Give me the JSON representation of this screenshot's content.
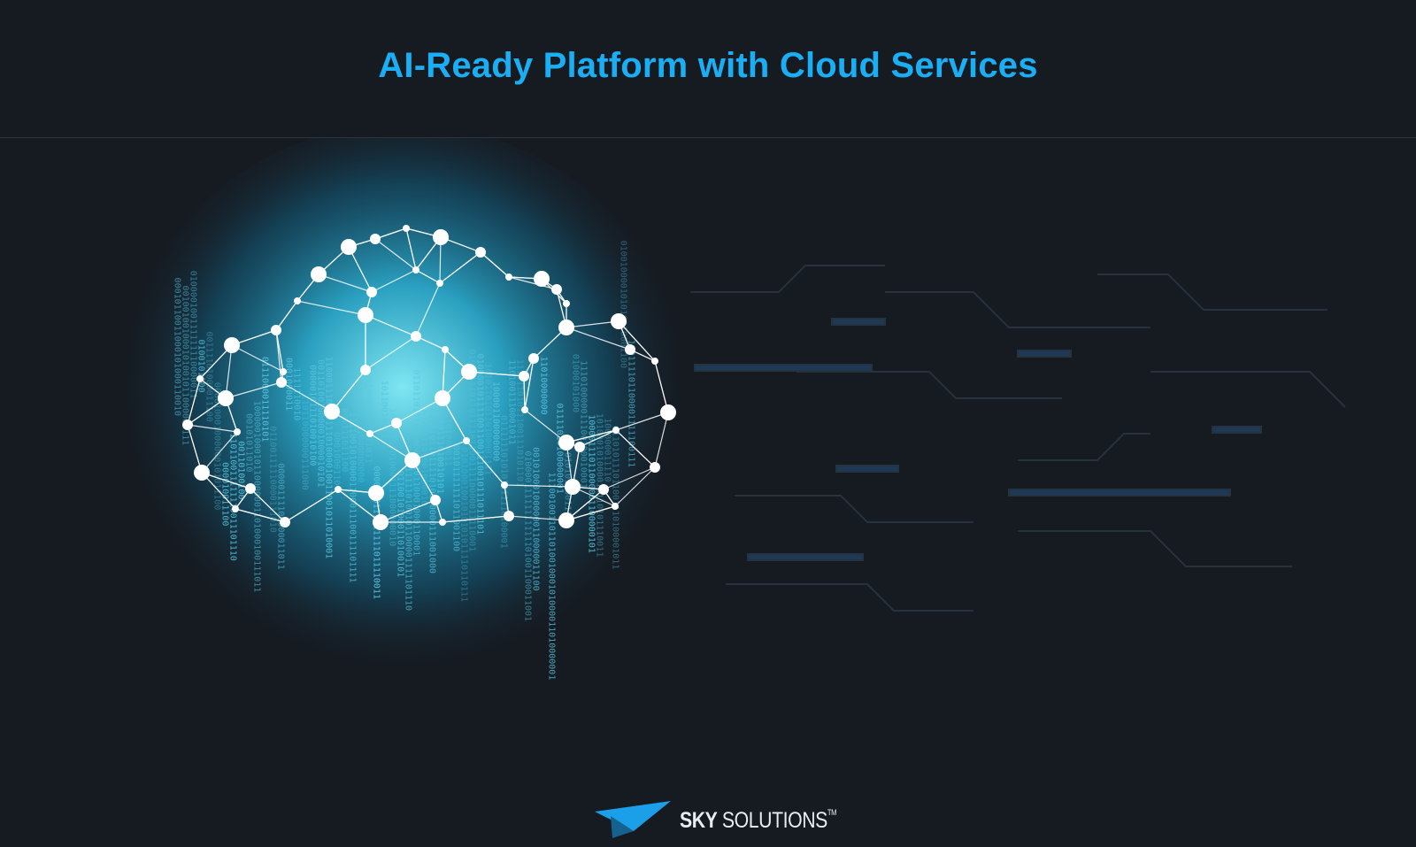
{
  "header": {
    "title": "AI-Ready Platform with Cloud Services"
  },
  "hero": {
    "illustration": "cloud-network-binary-icon"
  },
  "footer": {
    "brand_bold": "SKY",
    "brand_rest": "SOLUTIONS",
    "trademark": "TM",
    "logo_icon": "paper-plane-icon"
  },
  "colors": {
    "background": "#161a21",
    "accent": "#1aaef4",
    "glow": "#4fd0e8"
  }
}
